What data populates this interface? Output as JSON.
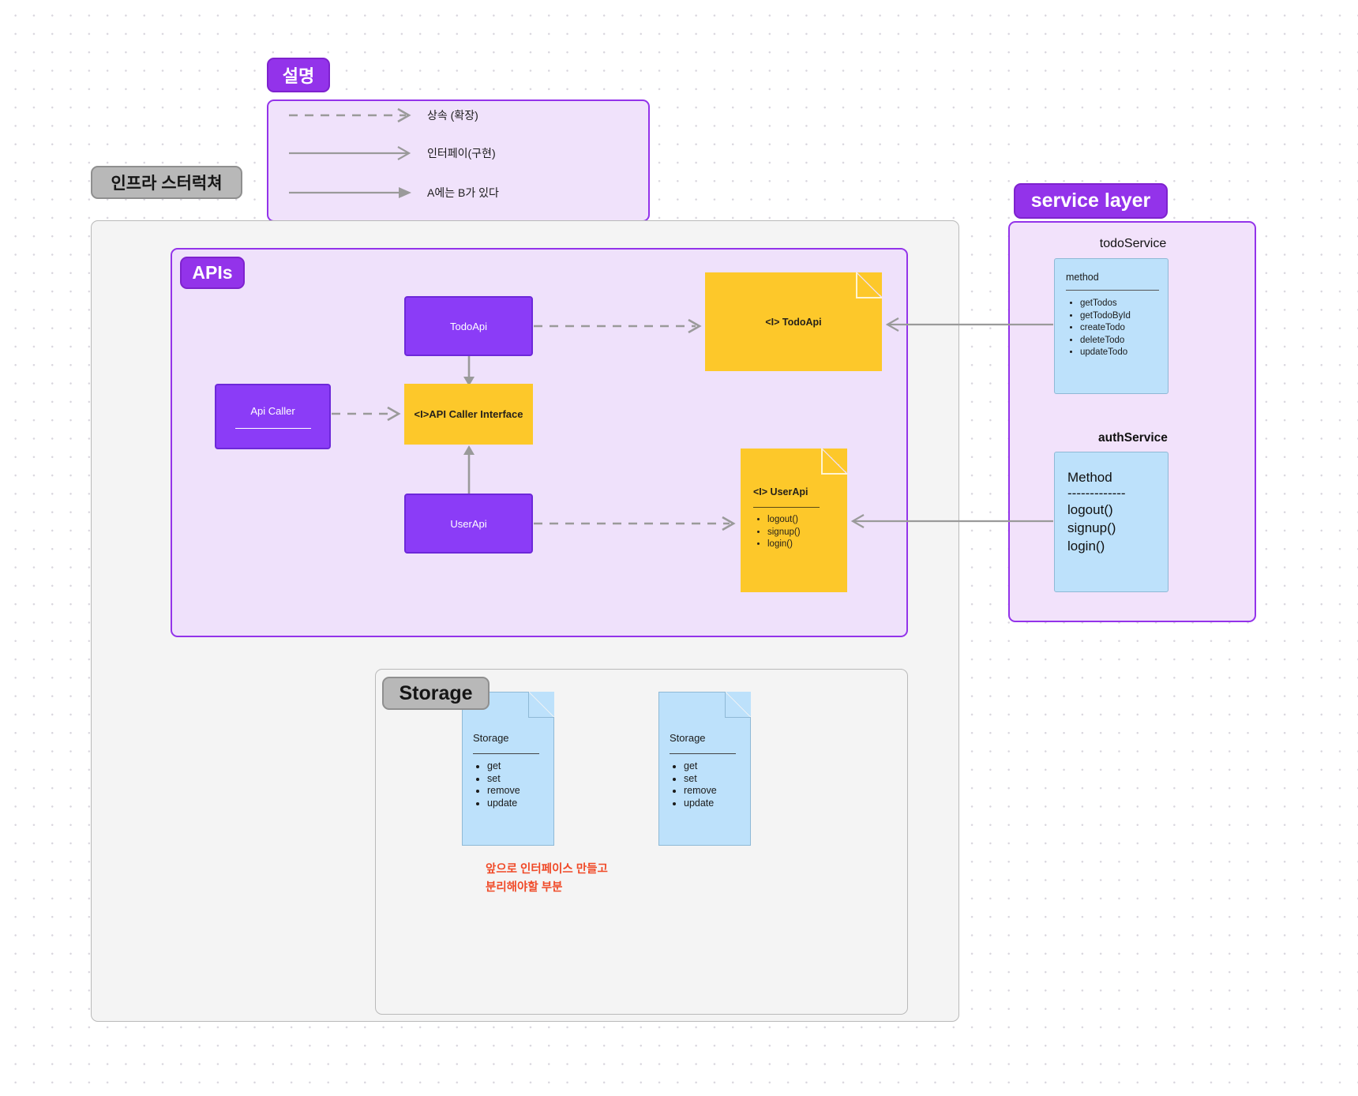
{
  "legend": {
    "tag": "설명",
    "rows": [
      {
        "style": "dashed",
        "label": "상속 (확장)"
      },
      {
        "style": "solid-open",
        "label": "인터페이(구현)"
      },
      {
        "style": "solid-filled",
        "label": "A에는 B가 있다"
      }
    ]
  },
  "infra": {
    "tag": "인프라 스터럭쳐"
  },
  "apis": {
    "tag": "APIs",
    "todo_api": "TodoApi",
    "api_caller": "Api Caller",
    "user_api": "UserApi",
    "api_caller_interface": "<I>API Caller Interface",
    "todo_api_note": {
      "title": "<I> TodoApi"
    },
    "user_api_note": {
      "title": "<I> UserApi",
      "methods": [
        "logout()",
        "signup()",
        "login()"
      ]
    }
  },
  "storage": {
    "tag": "Storage",
    "notes": [
      {
        "title": "Storage",
        "methods": [
          "get",
          "set",
          "remove",
          "update"
        ]
      },
      {
        "title": "Storage",
        "methods": [
          "get",
          "set",
          "remove",
          "update"
        ]
      }
    ],
    "annotation_line1": "앞으로 인터페이스 만들고",
    "annotation_line2": "분리해야할 부분"
  },
  "service_layer": {
    "tag": "service layer",
    "todo_service": {
      "title": "todoService",
      "header": "method",
      "methods": [
        "getTodos",
        "getTodoById",
        "createTodo",
        "deleteTodo",
        "updateTodo"
      ]
    },
    "auth_service": {
      "title": "authService",
      "header": "Method",
      "rule": "-------------",
      "methods": [
        "logout()",
        "signup()",
        "login()"
      ]
    }
  },
  "colors": {
    "purple": "#8b3cf7",
    "purple_dark": "#7e22ce",
    "yellow": "#fdc82a",
    "blue": "#bde1fb",
    "grey_tag": "#b8b8b8",
    "red_annotation": "#f04a28",
    "panel_grey": "#f4f4f4",
    "panel_purple": "#efe1fb"
  }
}
